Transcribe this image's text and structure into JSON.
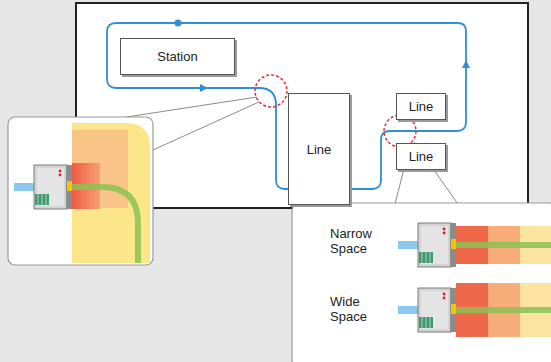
{
  "diagram": {
    "nodes": [
      {
        "text": [
          "Station"
        ]
      },
      {
        "text": [
          "Line"
        ]
      },
      {
        "text": [
          "Line"
        ]
      },
      {
        "text": [
          "Line"
        ]
      }
    ],
    "labels": [
      "Narrow Space",
      "Wide Space"
    ]
  }
}
